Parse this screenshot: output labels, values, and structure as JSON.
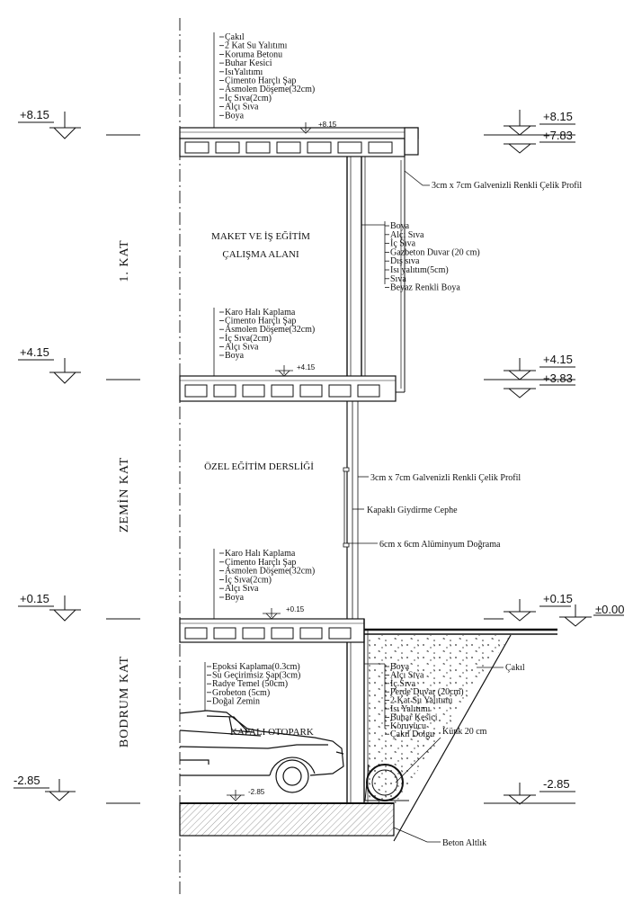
{
  "levels": {
    "l815": "+8.15",
    "l783": "+7.83",
    "l415": "+4.15",
    "l383": "+3.83",
    "l015": "+0.15",
    "l000": "±0.00",
    "lm285": "-2.85"
  },
  "floors": {
    "first": "1. KAT",
    "ground": "ZEMİN KAT",
    "basement": "BODRUM KAT"
  },
  "rooms": {
    "maket_1": "MAKET VE İŞ EĞİTİM",
    "maket_2": "ÇALIŞMA ALANI",
    "ozel": "ÖZEL EĞİTİM DERSLİĞİ",
    "otopark": "KAPALI OTOPARK"
  },
  "roof_layers": [
    "Çakıl",
    "2 Kat Su Yalıtımı",
    "Koruma Betonu",
    "Buhar Kesici",
    "IsıYalıtımı",
    "Çimento Harçlı Şap",
    "Asmolen Döşeme(32cm)",
    "İç Sıva(2cm)",
    "Alçı Sıva",
    "Boya"
  ],
  "floor1_layers": [
    "Karo Halı Kaplama",
    "Çimento Harçlı Şap",
    "Asmolen Döşeme(32cm)",
    "İç Sıva(2cm)",
    "Alçı Sıva",
    "Boya"
  ],
  "ground_layers": [
    "Karo Halı Kaplama",
    "Çimento Harçlı Şap",
    "Asmolen Döşeme(32cm)",
    "İç Sıva(2cm)",
    "Alçı Sıva",
    "Boya"
  ],
  "basement_layers": [
    "Epoksi Kaplama(0.3cm)",
    "Su Geçirimsiz Şap(3cm)",
    "Radye Temel (50cm)",
    "Grobeton  (5cm)",
    "Doğal Zemin"
  ],
  "wall_layers": [
    "Boya",
    "Alçı Sıva",
    "İç Sıva",
    "Gazbeton Duvar (20 cm)",
    "Dış sıva",
    "Isı yalıtım(5cm)",
    "Sıva",
    "Beyaz Renkli Boya"
  ],
  "basement_wall_layers": [
    "Boya",
    "Alçı Sıva",
    "İç Sıva",
    "Perde Duvar (20cm)",
    "2 Kat Su Yalıtımı",
    "Isı  Yalıtımı",
    "Buhar Kesici",
    "Koruyucu",
    "Çakıl Dolgu"
  ],
  "annotations": {
    "profile_top": "3cm x 7cm  Galvenizli Renkli Çelik Profil",
    "profile_mid": "3cm x 7cm  Galvenizli Renkli Çelik Profil",
    "cephe": "Kapaklı Giydirme Cephe",
    "dograma": "6cm x 6cm  Alüminyum Doğrama",
    "cakil": "Çakıl",
    "kunk": "Künk 20 cm",
    "beton": "Beton Altlık"
  },
  "slab_marks": {
    "roof": "+8.15",
    "first": "+4.15",
    "ground": "+0.15",
    "base": "-2.85"
  }
}
